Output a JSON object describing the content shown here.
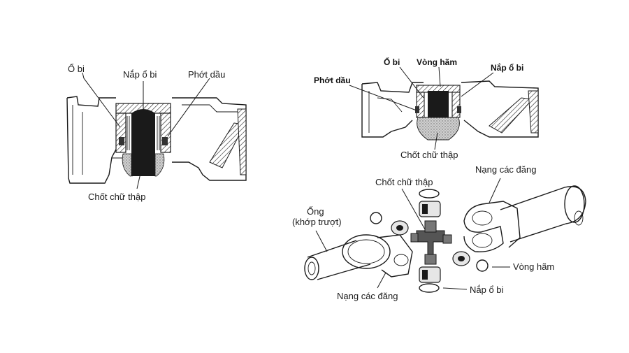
{
  "left_diagram": {
    "labels": {
      "bearing": "Ổ bi",
      "bearing_cap": "Nắp ổ bi",
      "oil_seal": "Phớt dầu",
      "cross_pin": "Chốt chữ thập"
    }
  },
  "right_top_diagram": {
    "labels": {
      "bearing": "Ổ bi",
      "snap_ring": "Vòng hãm",
      "bearing_cap": "Nắp ổ bi",
      "oil_seal": "Phớt dầu",
      "cross_pin": "Chốt chữ thập"
    }
  },
  "exploded_diagram": {
    "labels": {
      "cross_pin": "Chốt chữ thập",
      "yoke_top": "Nạng các đăng",
      "tube_line1": "Ống",
      "tube_line2": "(khớp trượt)",
      "snap_ring": "Vòng hãm",
      "bearing_cap": "Nắp ổ bi",
      "yoke_bottom": "Nạng các đăng"
    }
  }
}
